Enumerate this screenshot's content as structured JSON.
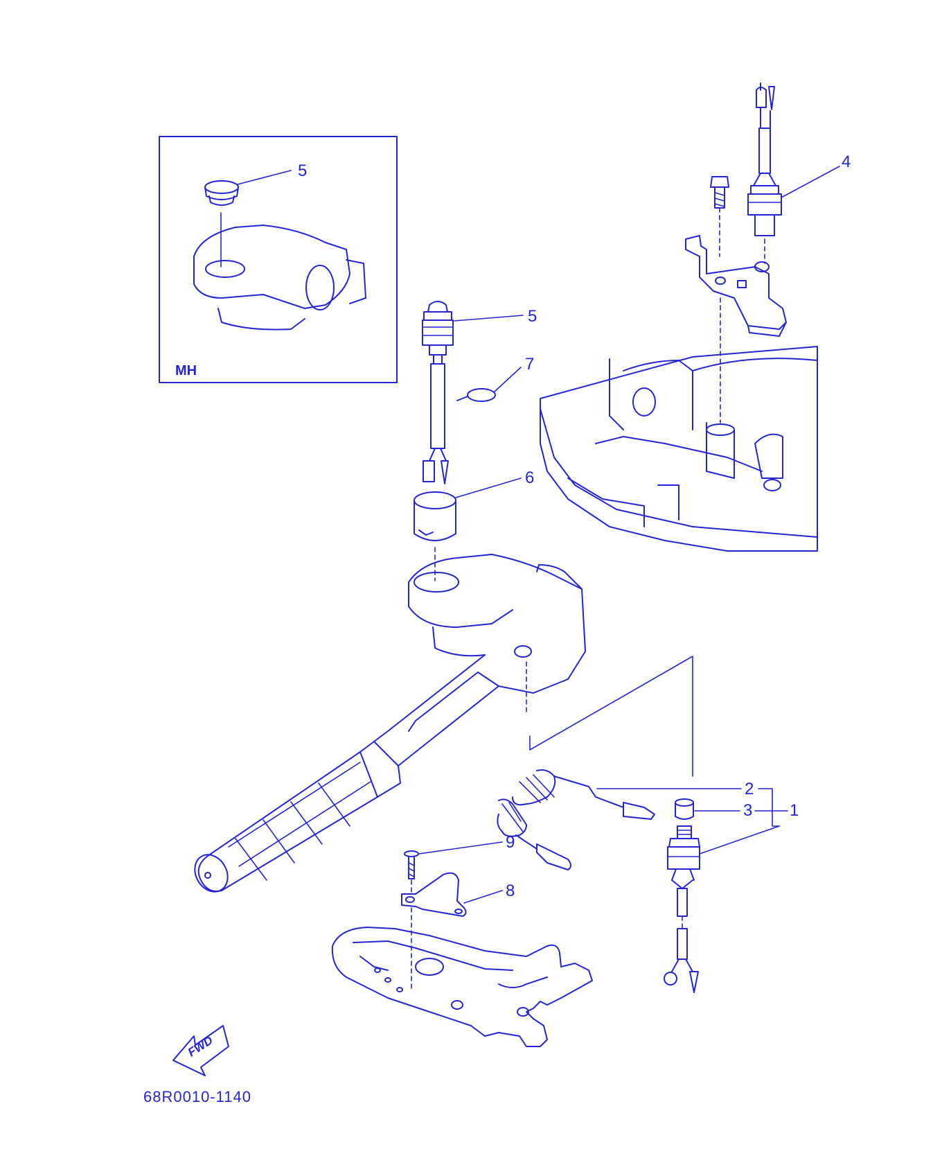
{
  "diagram": {
    "inset_label": "MH",
    "fwd_label": "FWD",
    "figure_code": "68R0010-1140",
    "colors": {
      "line": "#2424d6",
      "background": "#ffffff"
    }
  },
  "callouts": {
    "inset_plug": "5",
    "switch_5": "5",
    "clip_7": "7",
    "collar_6": "6",
    "sensor_4": "4",
    "assy_2": "2",
    "assy_3": "3",
    "assy_1": "1",
    "screw_9": "9",
    "bracket_8": "8"
  }
}
